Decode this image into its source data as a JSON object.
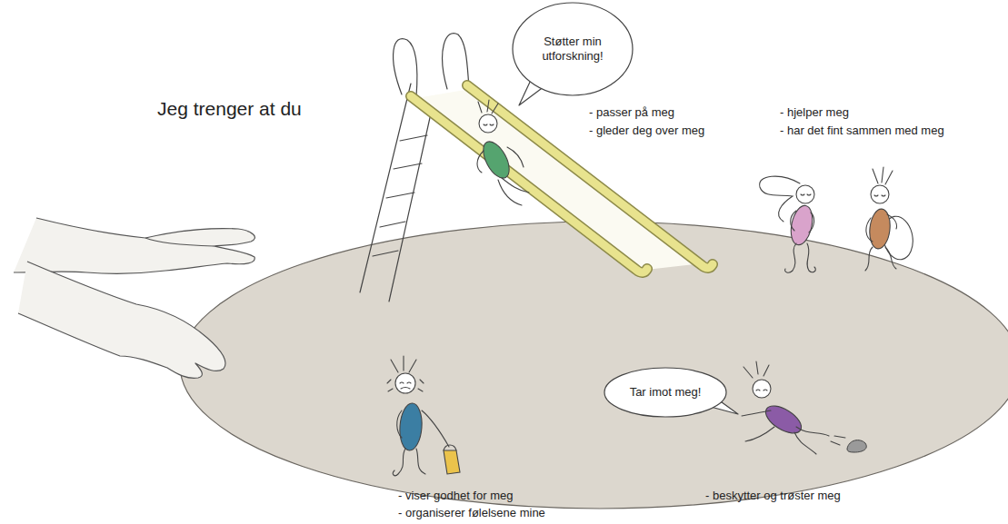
{
  "diagram": {
    "title": "Jeg trenger at du",
    "nodes": [
      {
        "text": [
          "Støtter min utforskning!"
        ]
      },
      {
        "text": [
          "Tar imot meg!"
        ]
      }
    ],
    "labels": [
      "- passer på meg",
      "- gleder deg over meg",
      "- hjelper meg",
      "- har det fint sammen med meg",
      "- viser godhet for meg",
      "- organiserer følelsene mine",
      "- beskytter og trøster meg"
    ]
  }
}
